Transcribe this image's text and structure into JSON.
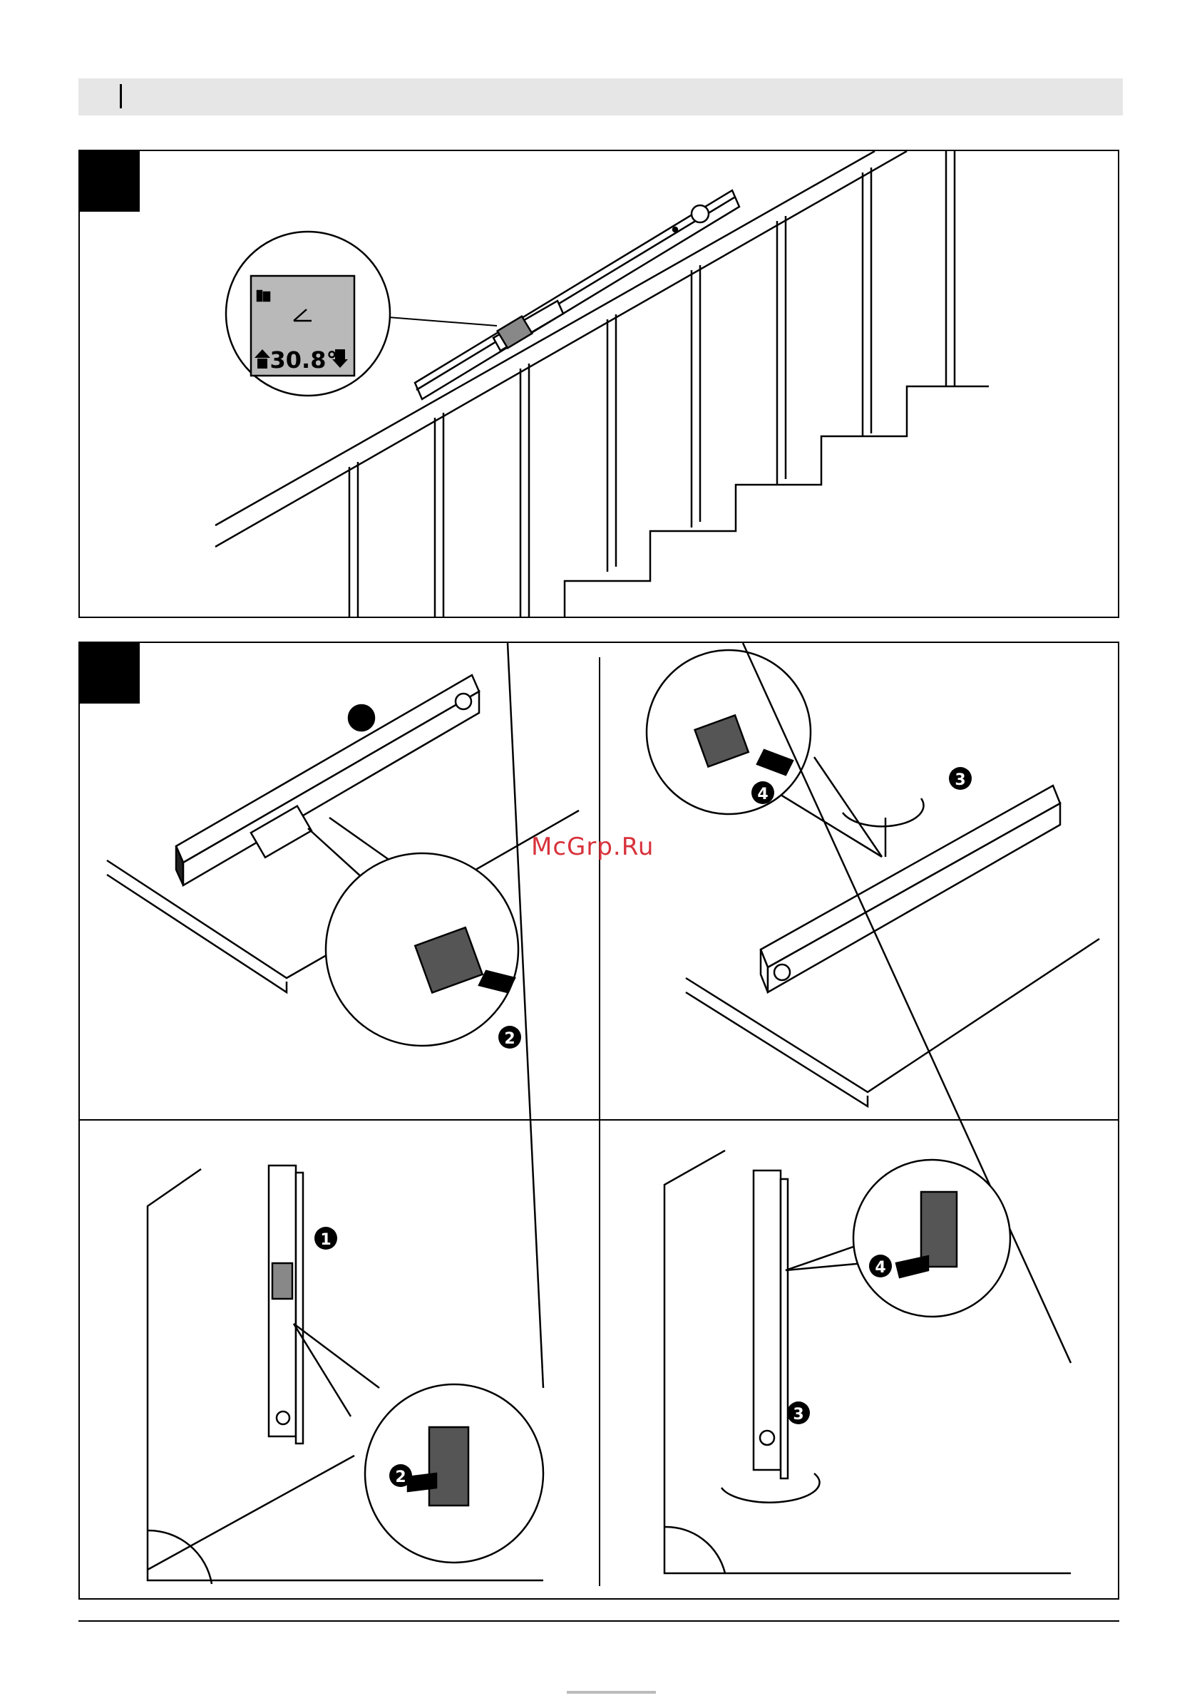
{
  "header": {
    "title": ""
  },
  "figure_a": {
    "display_reading": "30.8°"
  },
  "figure_b": {
    "callouts": {
      "one": "1",
      "two": "2",
      "three": "3",
      "four": "4"
    }
  },
  "watermark": {
    "text": "McGrp.Ru"
  },
  "colors": {
    "ink": "#000000",
    "header_bg": "#e6e6e6",
    "watermark": "#d8323c",
    "lcd": "#b9b9b9"
  }
}
